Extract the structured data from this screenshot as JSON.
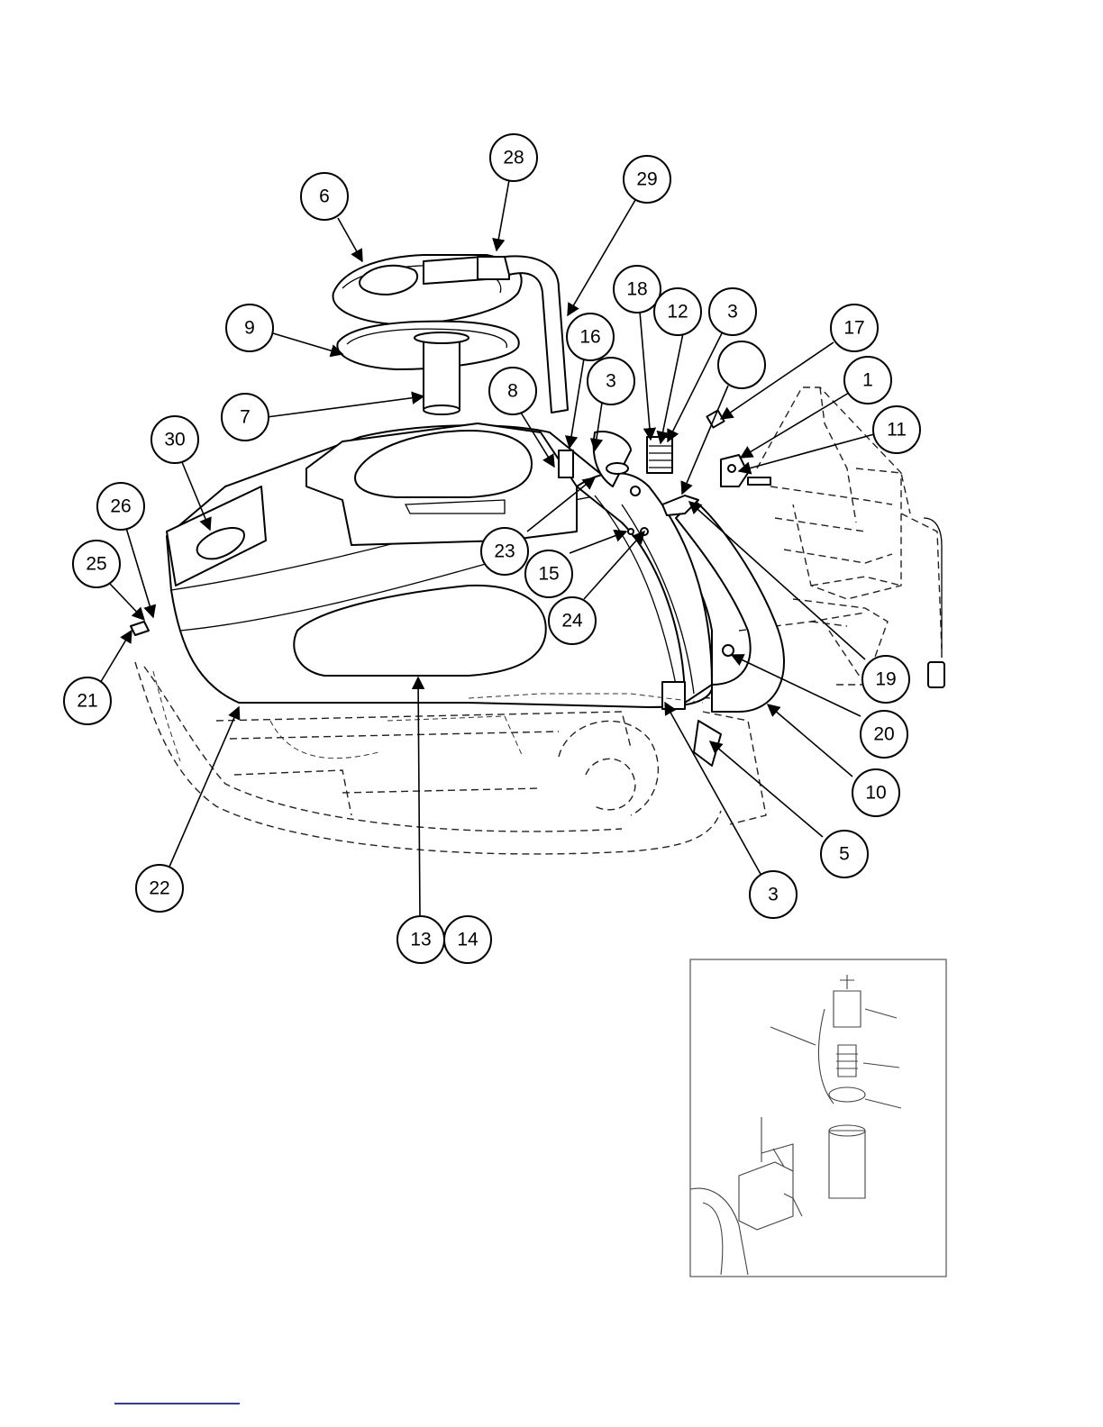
{
  "callouts": [
    {
      "id": "c6",
      "label": "6"
    },
    {
      "id": "c28",
      "label": "28"
    },
    {
      "id": "c29",
      "label": "29"
    },
    {
      "id": "c9",
      "label": "9"
    },
    {
      "id": "c18",
      "label": "18"
    },
    {
      "id": "c12",
      "label": "12"
    },
    {
      "id": "c3a",
      "label": "3"
    },
    {
      "id": "c17",
      "label": "17"
    },
    {
      "id": "c16",
      "label": "16"
    },
    {
      "id": "cblank",
      "label": ""
    },
    {
      "id": "c1",
      "label": "1"
    },
    {
      "id": "c8",
      "label": "8"
    },
    {
      "id": "c3b",
      "label": "3"
    },
    {
      "id": "c7",
      "label": "7"
    },
    {
      "id": "c11",
      "label": "11"
    },
    {
      "id": "c30",
      "label": "30"
    },
    {
      "id": "c26",
      "label": "26"
    },
    {
      "id": "c25",
      "label": "25"
    },
    {
      "id": "c23",
      "label": "23"
    },
    {
      "id": "c15",
      "label": "15"
    },
    {
      "id": "c24",
      "label": "24"
    },
    {
      "id": "c21",
      "label": "21"
    },
    {
      "id": "c19",
      "label": "19"
    },
    {
      "id": "c20",
      "label": "20"
    },
    {
      "id": "c10",
      "label": "10"
    },
    {
      "id": "c5",
      "label": "5"
    },
    {
      "id": "c22",
      "label": "22"
    },
    {
      "id": "c3c",
      "label": "3"
    },
    {
      "id": "c13",
      "label": "13"
    },
    {
      "id": "c14",
      "label": "14"
    }
  ],
  "colors": {
    "line": "#000000",
    "background": "#ffffff",
    "footer_rule": "#2b3bbf"
  }
}
